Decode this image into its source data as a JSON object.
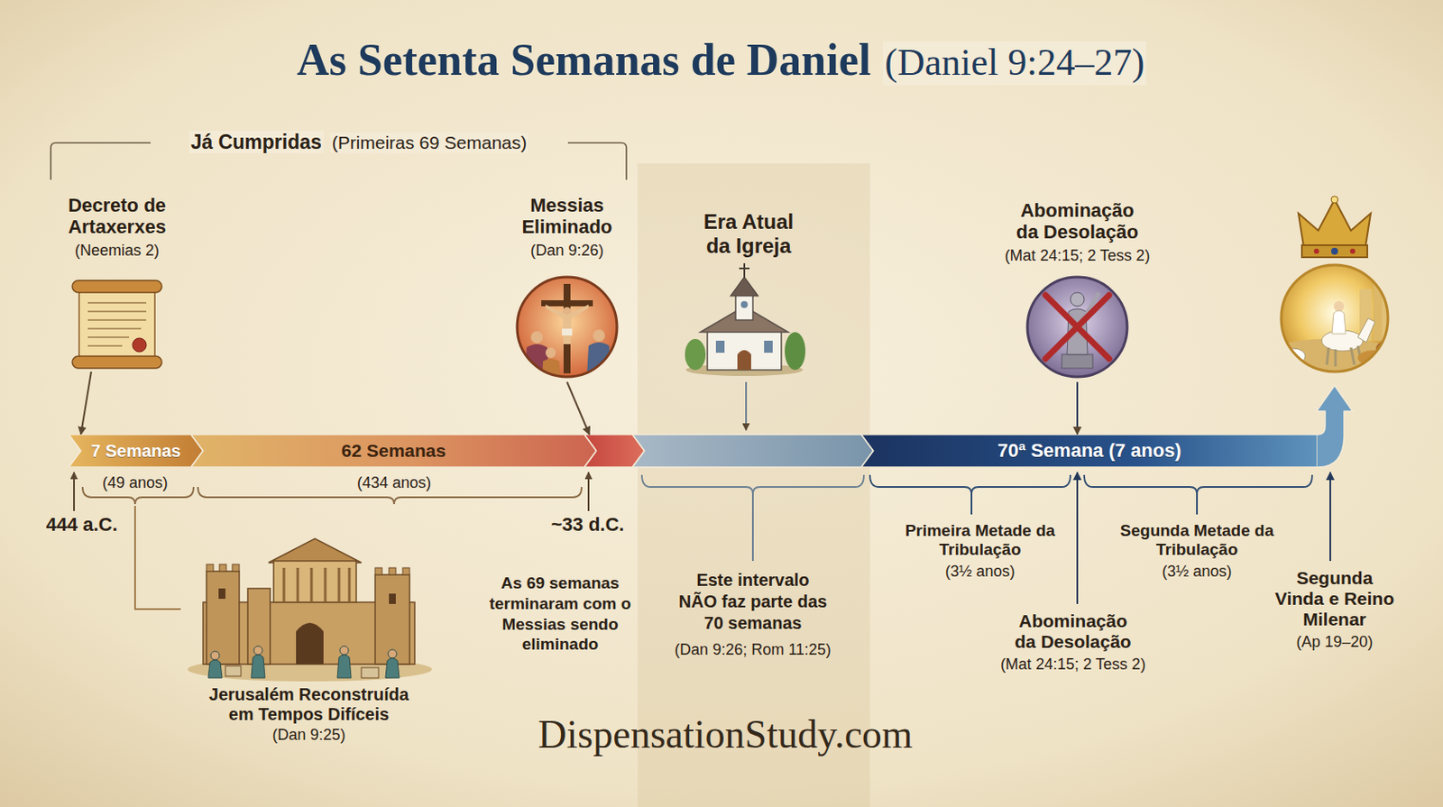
{
  "diagram": {
    "title": "As Setenta Semanas de Daniel",
    "nodes": [
      {
        "text": [
          "Decreto de Artaxerxes",
          "(Neemias 2)"
        ]
      },
      {
        "text": [
          "Messias Eliminado",
          "(Dan 9:26)"
        ]
      },
      {
        "text": [
          "Era Atual da Igreja"
        ]
      },
      {
        "text": [
          "Abominação da Desolação",
          "(Mat 24:15; 2 Tess 2)"
        ]
      },
      {
        "text": [
          "7 Semanas"
        ]
      },
      {
        "text": [
          "62 Semanas"
        ]
      },
      {
        "text": [
          "70ª Semana (7 anos)"
        ]
      },
      {
        "text": [
          "Jerusalém Reconstruída em Tempos Difíceis",
          "(Dan 9:25)"
        ]
      }
    ],
    "edges": [
      {
        "from": 0,
        "to": 4,
        "arrow": "to"
      },
      {
        "from": 1,
        "to": 5,
        "arrow": "to"
      },
      {
        "from": 3,
        "to": 6,
        "arrow": "to"
      }
    ],
    "labels": [
      "(Daniel 9:24–27)",
      "Já Cumpridas",
      "(Primeiras 69 Semanas)",
      "(49 anos)",
      "(434 anos)",
      "444 a.C.",
      "~33 d.C.",
      "As 69 semanas terminaram com o Messias sendo eliminado",
      "Este intervalo NÃO faz parte das 70 semanas",
      "(Dan 9:26; Rom 11:25)",
      "Primeira Metade da Tribulação",
      "(3½ anos)",
      "Segunda Metade da Tribulação",
      "(3½ anos)",
      "Abominação da Desolação",
      "(Mat 24:15; 2 Tess 2)",
      "Segunda Vinda e Reino Milenar",
      "(Ap 19–20)",
      "DispensationStudy.com"
    ]
  }
}
